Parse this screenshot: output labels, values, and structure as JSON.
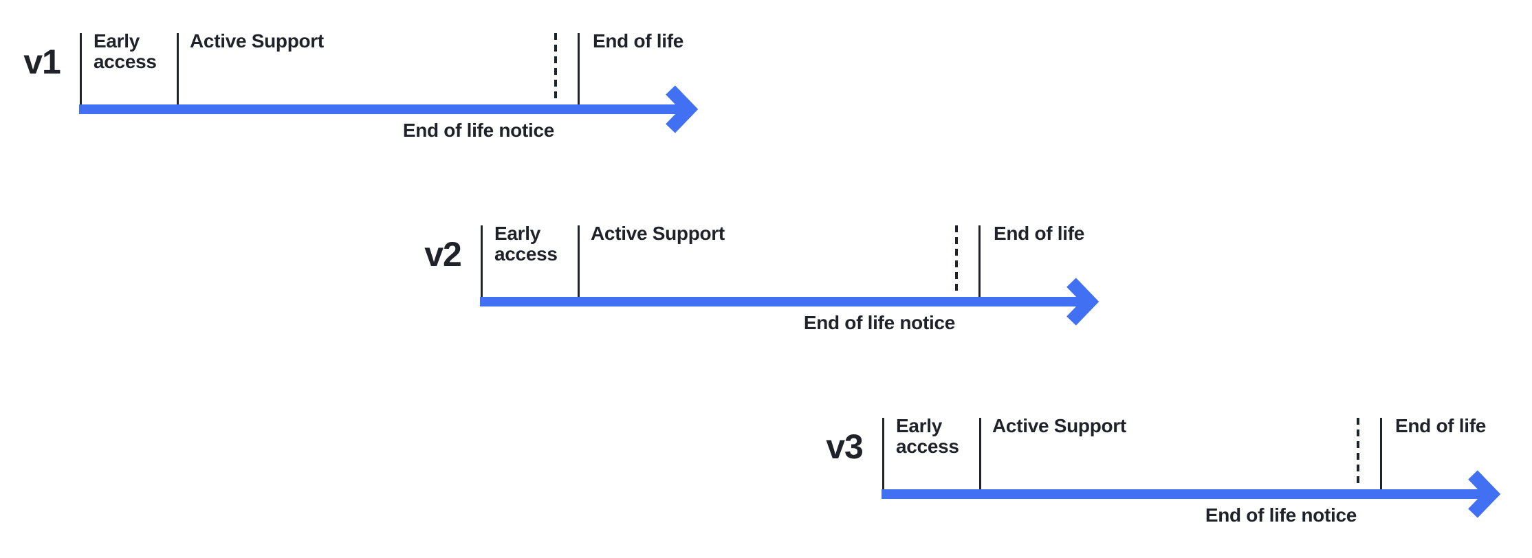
{
  "colors": {
    "accent": "#4170F2",
    "ink": "#1F2228",
    "background": "#FFFFFF"
  },
  "timelines": [
    {
      "version": "v1",
      "labels": {
        "early_access": "Early access",
        "active_support": "Active Support",
        "end_of_life": "End of life",
        "end_of_life_notice": "End of life notice"
      }
    },
    {
      "version": "v2",
      "labels": {
        "early_access": "Early access",
        "active_support": "Active Support",
        "end_of_life": "End of life",
        "end_of_life_notice": "End of life notice"
      }
    },
    {
      "version": "v3",
      "labels": {
        "early_access": "Early access",
        "active_support": "Active Support",
        "end_of_life": "End of life",
        "end_of_life_notice": "End of life notice"
      }
    }
  ]
}
